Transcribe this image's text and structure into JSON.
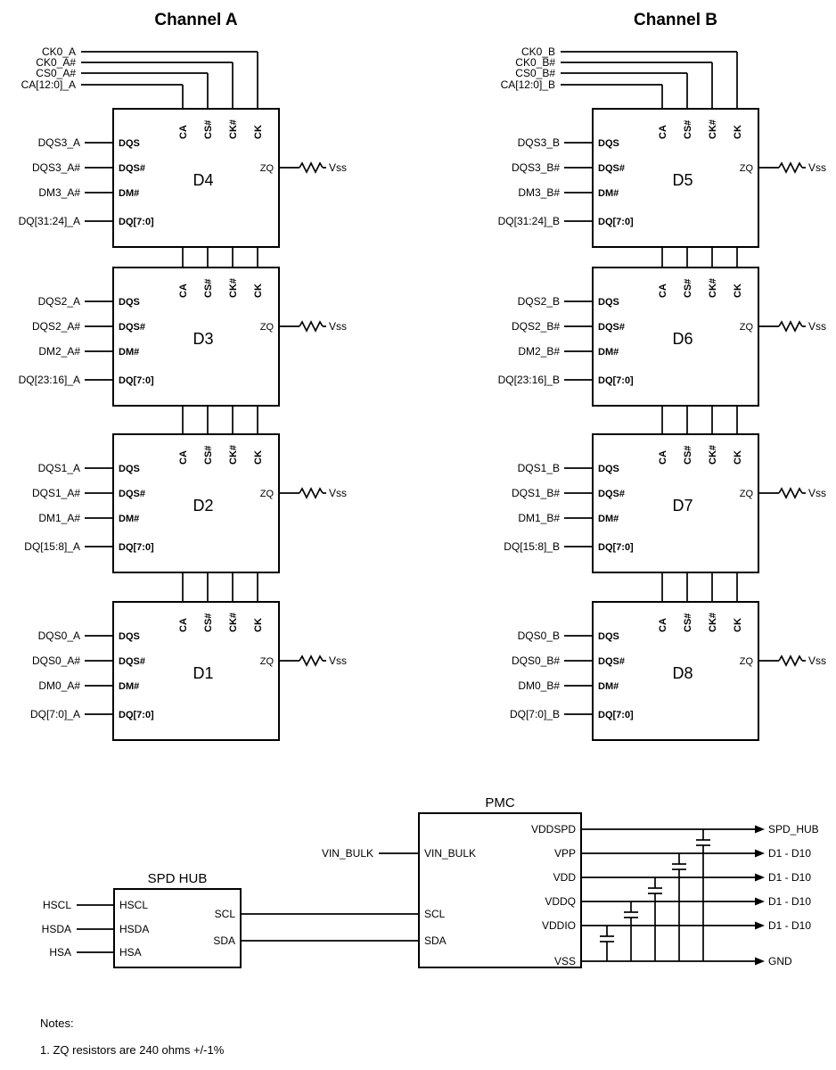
{
  "channels": [
    {
      "title": "Channel A",
      "top_signals": [
        "CK0_A",
        "CK0_A#",
        "CS0_A#",
        "CA[12:0]_A"
      ],
      "chips": [
        {
          "name": "D4",
          "left_signals": [
            "DQS3_A",
            "DQS3_A#",
            "DM3_A#",
            "DQ[31:24]_A"
          ]
        },
        {
          "name": "D3",
          "left_signals": [
            "DQS2_A",
            "DQS2_A#",
            "DM2_A#",
            "DQ[23:16]_A"
          ]
        },
        {
          "name": "D2",
          "left_signals": [
            "DQS1_A",
            "DQS1_A#",
            "DM1_A#",
            "DQ[15:8]_A"
          ]
        },
        {
          "name": "D1",
          "left_signals": [
            "DQS0_A",
            "DQS0_A#",
            "DM0_A#",
            "DQ[7:0]_A"
          ]
        }
      ]
    },
    {
      "title": "Channel B",
      "top_signals": [
        "CK0_B",
        "CK0_B#",
        "CS0_B#",
        "CA[12:0]_B"
      ],
      "chips": [
        {
          "name": "D5",
          "left_signals": [
            "DQS3_B",
            "DQS3_B#",
            "DM3_B#",
            "DQ[31:24]_B"
          ]
        },
        {
          "name": "D6",
          "left_signals": [
            "DQS2_B",
            "DQS2_B#",
            "DM2_B#",
            "DQ[23:16]_B"
          ]
        },
        {
          "name": "D7",
          "left_signals": [
            "DQS1_B",
            "DQS1_B#",
            "DM1_B#",
            "DQ[15:8]_B"
          ]
        },
        {
          "name": "D8",
          "left_signals": [
            "DQS0_B",
            "DQS0_B#",
            "DM0_B#",
            "DQ[7:0]_B"
          ]
        }
      ]
    }
  ],
  "chip_pins": {
    "top": [
      "CA",
      "CS#",
      "CK#",
      "CK"
    ],
    "left": [
      "DQS",
      "DQS#",
      "DM#",
      "DQ[7:0]"
    ],
    "right": [
      "ZQ"
    ]
  },
  "zq_net": "Vss",
  "pmc": {
    "title": "PMC",
    "left_pins": [
      {
        "internal": "VIN_BULK",
        "external": "VIN_BULK"
      },
      {
        "internal": "SCL",
        "external": ""
      },
      {
        "internal": "SDA",
        "external": ""
      }
    ],
    "right_pins": [
      {
        "internal": "VDDSPD",
        "net": "SPD_HUB"
      },
      {
        "internal": "VPP",
        "net": "D1 - D10"
      },
      {
        "internal": "VDD",
        "net": "D1 - D10"
      },
      {
        "internal": "VDDQ",
        "net": "D1 - D10"
      },
      {
        "internal": "VDDIO",
        "net": "D1 - D10"
      },
      {
        "internal": "VSS",
        "net": "GND"
      }
    ]
  },
  "spd_hub": {
    "title": "SPD HUB",
    "left_pins": [
      {
        "internal": "HSCL",
        "external": "HSCL"
      },
      {
        "internal": "HSDA",
        "external": "HSDA"
      },
      {
        "internal": "HSA",
        "external": "HSA"
      }
    ],
    "right_pins": [
      "SCL",
      "SDA"
    ]
  },
  "notes": {
    "heading": "Notes:",
    "items": [
      "1. ZQ resistors are 240 ohms +/-1%"
    ]
  },
  "colors": {
    "line": "#000000",
    "background": "#ffffff",
    "text": "#000000"
  }
}
